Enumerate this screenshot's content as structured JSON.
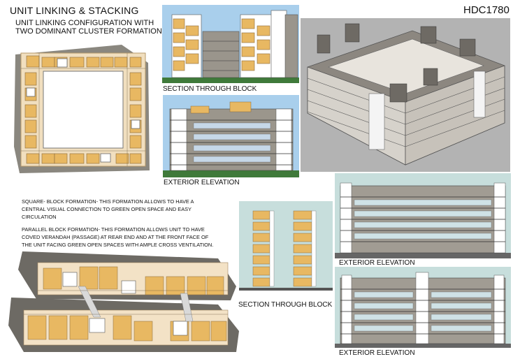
{
  "sheet": {
    "title": "UNIT LINKING & STACKING",
    "subtitle_line1": "UNIT LINKING CONFIGURATION WITH",
    "subtitle_line2": "TWO DOMINANT CLUSTER FORMATIONS",
    "code": "HDC1780"
  },
  "captions": {
    "section_top": "SECTION THROUGH BLOCK",
    "elevation_left": "EXTERIOR ELEVATION",
    "section_bottom": "SECTION THROUGH BLOCK",
    "elevation_right_top": "EXTERIOR ELEVATION",
    "elevation_right_bottom": "EXTERIOR ELEVATION"
  },
  "notes": {
    "square_line1": "SQUARE- BLOCK FORMATION- THIS FORMATION ALLOWS TO HAVE A",
    "square_line2": "CENTRAL VISUAL CONNECTION TO GREEN OPEN SPACE  AND EASY",
    "square_line3": "CIRCULATION",
    "parallel_line1": "PARALLEL BLOCK FORMATION- THIS FORMATION ALLOWS UNIT TO HAVE",
    "parallel_line2": "COVED VERANDAH (PASSAGE) AT REAR END AND AT THE FRONT FACE OF",
    "parallel_line3": "THE UNIT FACING GREEN OPEN SPACES WITH AMPLE CROSS VENTILATION."
  },
  "colors": {
    "unit_fill": "#e8b862",
    "unit_line": "#8a6a3a",
    "plinth": "#f3e2c6",
    "corridor": "#f8f1e4",
    "sky_blue": "#a9cfec",
    "sky_teal": "#c7dedc",
    "facade_grey": "#8e8a84",
    "floor_line": "#4a4a4a",
    "ground_green": "#3f7a3a"
  }
}
